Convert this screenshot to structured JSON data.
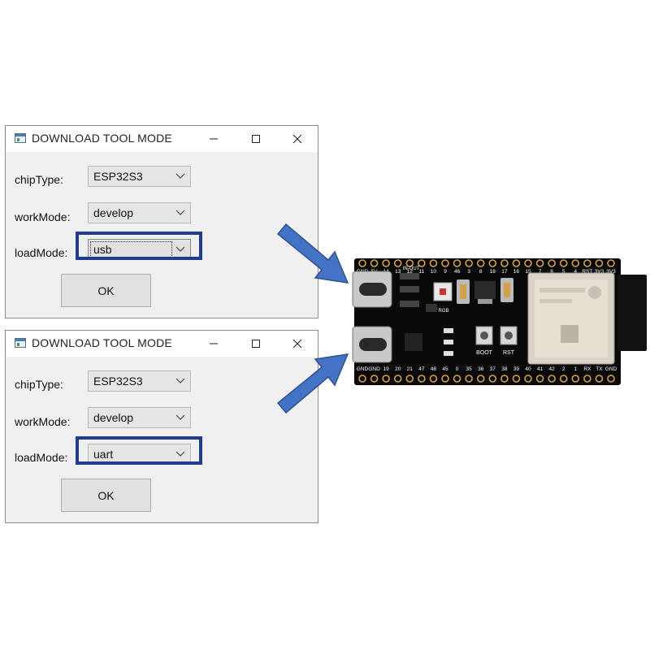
{
  "windows": [
    {
      "title": "DOWNLOAD TOOL MODE",
      "chip_label": "chipType:",
      "chip_value": "ESP32S3",
      "work_label": "workMode:",
      "work_value": "develop",
      "load_label": "loadMode:",
      "load_value": "usb",
      "ok_label": "OK"
    },
    {
      "title": "DOWNLOAD TOOL MODE",
      "chip_label": "chipType:",
      "chip_value": "ESP32S3",
      "work_label": "workMode:",
      "work_value": "develop",
      "load_label": "loadMode:",
      "load_value": "uart",
      "ok_label": "OK"
    }
  ],
  "colors": {
    "highlight": "#1f3d8a",
    "arrow": "#4472c4",
    "board": "#0a0a0a"
  },
  "board": {
    "top_pins": [
      "GND",
      "5V",
      "14",
      "13",
      "12",
      "11",
      "10",
      "9",
      "46",
      "3",
      "8",
      "18",
      "17",
      "16",
      "15",
      "7",
      "6",
      "5",
      "4",
      "RST",
      "3V3",
      "3V3"
    ],
    "bottom_pins": [
      "GND",
      "GND",
      "19",
      "20",
      "21",
      "47",
      "48",
      "45",
      "0",
      "35",
      "36",
      "37",
      "38",
      "39",
      "40",
      "41",
      "42",
      "2",
      "1",
      "RX",
      "TX",
      "GND"
    ],
    "led_label": "IN-OUT",
    "rgb_label": "RGB",
    "boot_label": "BOOT",
    "rst_label": "RST"
  }
}
